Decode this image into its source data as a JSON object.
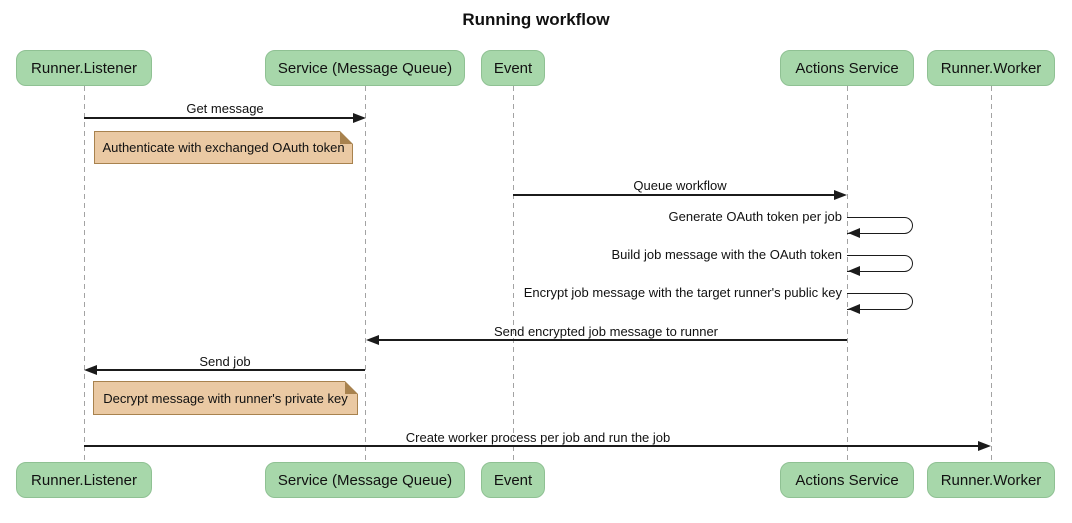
{
  "title": "Running workflow",
  "colors": {
    "actor_fill": "#a7d7aa",
    "actor_border": "#8fc193",
    "note_fill": "#eac9a3",
    "note_border": "#a8824e",
    "line_color": "#1b1b1b",
    "lifeline_color": "#a3a3a3",
    "text_color": "#111111",
    "bg": "#ffffff"
  },
  "participants": [
    {
      "label": "Runner.Listener"
    },
    {
      "label": "Service (Message Queue)"
    },
    {
      "label": "Event"
    },
    {
      "label": "Actions Service"
    },
    {
      "label": "Runner.Worker"
    }
  ],
  "messages": [
    {
      "label": "Get message",
      "from": "Runner.Listener",
      "to": "Service (Message Queue)"
    },
    {
      "label": "Queue workflow",
      "from": "Event",
      "to": "Actions Service"
    },
    {
      "label": "Generate OAuth token per job",
      "from": "Actions Service",
      "to": "Actions Service",
      "self": true
    },
    {
      "label": "Build job message with the OAuth token",
      "from": "Actions Service",
      "to": "Actions Service",
      "self": true
    },
    {
      "label": "Encrypt job message with the target runner's public key",
      "from": "Actions Service",
      "to": "Actions Service",
      "self": true
    },
    {
      "label": "Send encrypted job message to runner",
      "from": "Actions Service",
      "to": "Service (Message Queue)"
    },
    {
      "label": "Send job",
      "from": "Service (Message Queue)",
      "to": "Runner.Listener"
    },
    {
      "label": "Create worker process per job and run the job",
      "from": "Runner.Listener",
      "to": "Runner.Worker"
    }
  ],
  "notes": [
    {
      "label": "Authenticate with exchanged OAuth token"
    },
    {
      "label": "Decrypt message with runner's private key"
    }
  ]
}
